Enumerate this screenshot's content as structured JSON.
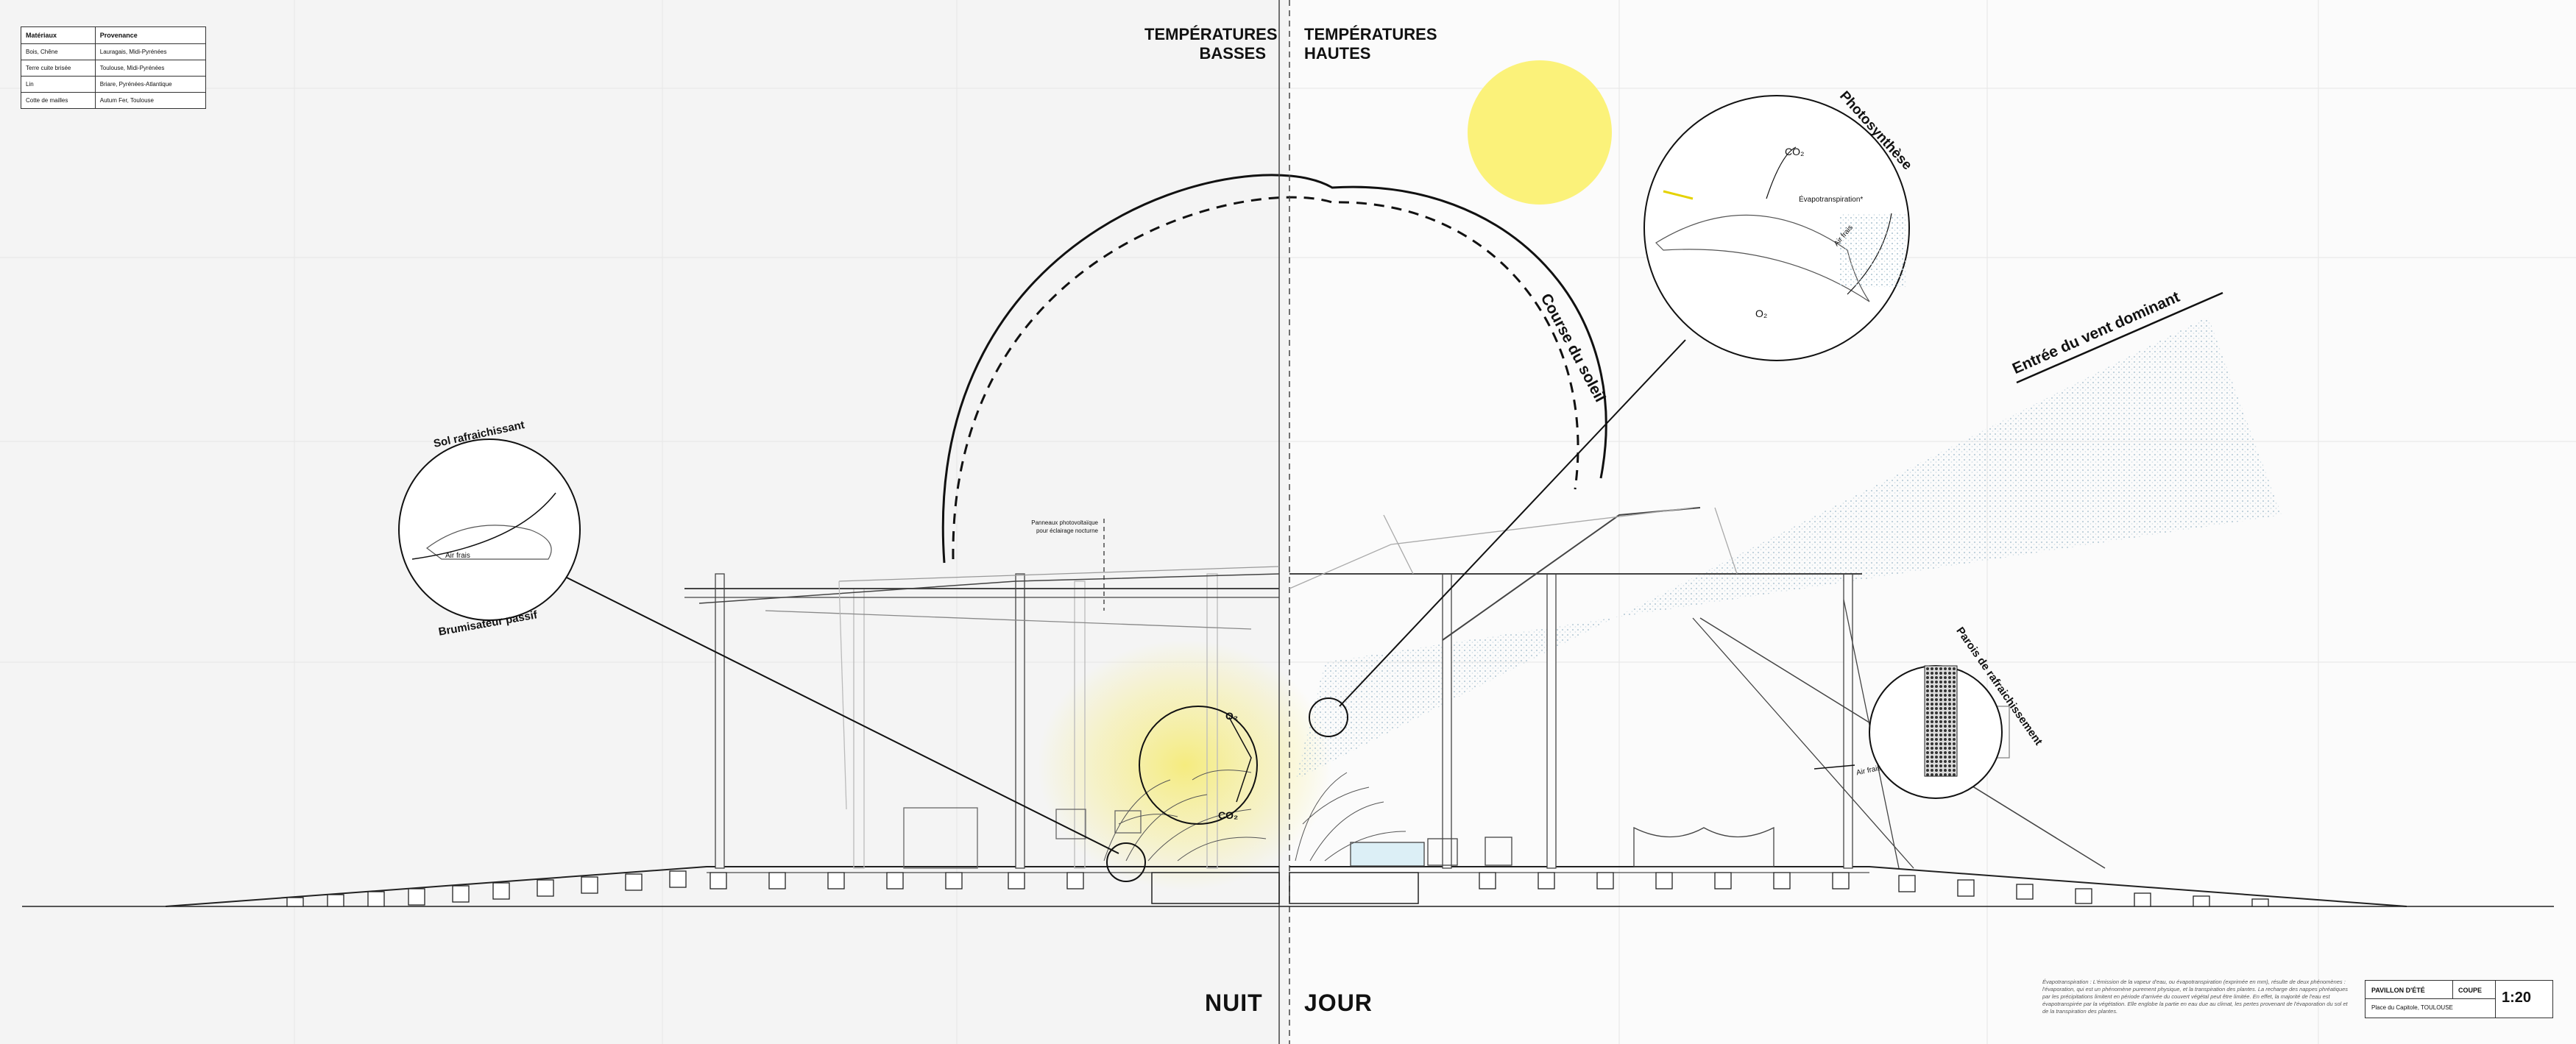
{
  "materials_table": {
    "headers": [
      "Matériaux",
      "Provenance"
    ],
    "rows": [
      [
        "Bois, Chêne",
        "Lauragais, Midi-Pyrénées"
      ],
      [
        "Terre cuite brisée",
        "Toulouse, Midi-Pyrénées"
      ],
      [
        "Lin",
        "Briare, Pyrénées-Atlantique"
      ],
      [
        "Cotte de mailles",
        "Autum Fer, Toulouse"
      ]
    ]
  },
  "headings": {
    "left": "TEMPÉRATURES BASSES",
    "right": "TEMPÉRATURES HAUTES",
    "night": "NUIT",
    "day": "JOUR"
  },
  "labels": {
    "sun_path": "Course du soleil",
    "wind": "Entrée du vent dominant",
    "photosynthesis": "Photosynthèse",
    "evapo": "Évapotranspiration*",
    "co2_top": "CO₂",
    "o2_leaf": "O₂",
    "air_frais_leaf": "Air frais",
    "sol": "Sol rafraichissant",
    "brumisateur": "Brumisateur passif",
    "air_frais_left": "Air frais",
    "parois": "Parois de rafraichissement",
    "air_frais_right": "Air frais",
    "o2": "O₂",
    "co2": "CO₂",
    "panneaux_1": "Panneaux photovoltaïque",
    "panneaux_2": "pour éclairage nocturne"
  },
  "notes": "Évapotranspiration : L'émission de la vapeur d'eau, ou évapotranspiration (exprimée en mm), résulte de deux phénomènes : l'évaporation, qui est un phénomène purement physique, et la transpiration des plantes. La recharge des nappes phréatiques par les précipitations limitent en période d'arrivée du couvert végétal peut être limitée. En effet, la majorité de l'eau est évapotranspirée par la végétation. Elle englobe la partie en eau due au climat, les pertes provenant de l'évaporation du sol et de la transpiration des plantes.",
  "cartouche": {
    "project": "PAVILLON D'ÉTÉ",
    "type": "COUPE",
    "location": "Place du Capitole, TOULOUSE",
    "scale": "1:20"
  },
  "colors": {
    "sun": "#fbf27a",
    "glow": "#f7ee8c",
    "wind": "#b7ccd8",
    "ink": "#111111"
  }
}
